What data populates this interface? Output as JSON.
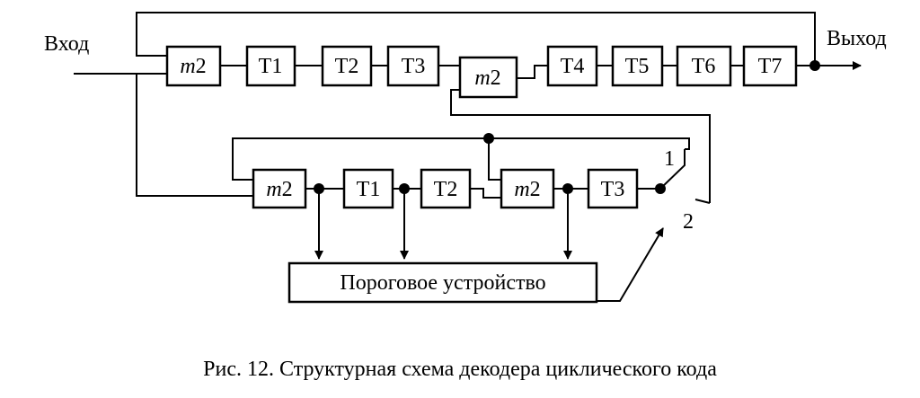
{
  "labels": {
    "input": "Вход",
    "output": "Выход",
    "switch_pos1": "1",
    "switch_pos2": "2"
  },
  "top_row": {
    "m2_a": {
      "italic": "m",
      "rest": "2"
    },
    "t1": "T1",
    "t2": "T2",
    "t3": "T3",
    "m2_b": {
      "italic": "m",
      "rest": "2"
    },
    "t4": "T4",
    "t5": "T5",
    "t6": "T6",
    "t7": "T7"
  },
  "bottom_row": {
    "m2_a": {
      "italic": "m",
      "rest": "2"
    },
    "t1": "T1",
    "t2": "T2",
    "m2_b": {
      "italic": "m",
      "rest": "2"
    },
    "t3": "T3"
  },
  "threshold_device": "Пороговое устройство",
  "caption": "Рис. 12. Структурная схема декодера циклического кода",
  "colors": {
    "stroke": "#000000",
    "background": "#ffffff"
  }
}
